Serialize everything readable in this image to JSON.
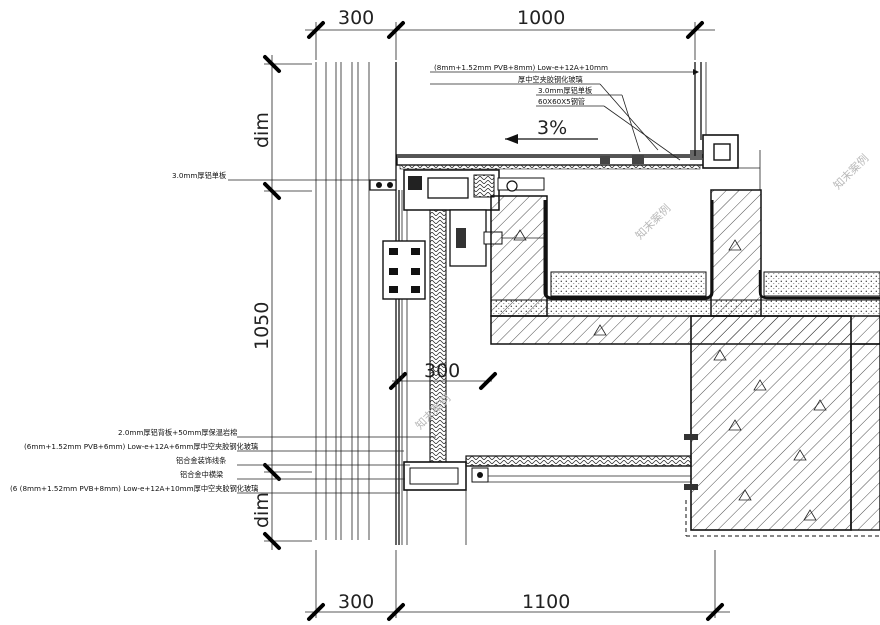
{
  "dimensions": {
    "top_left": "300",
    "top_right": "1000",
    "bottom_left": "300",
    "bottom_right": "1100",
    "left_upper": "dim",
    "left_mid": "1050",
    "left_lower": "dim",
    "inner": "300"
  },
  "slope": "3%",
  "annotations": {
    "glass_top_1": "(8mm+1.52mm PVB+8mm) Low-e+12A+10mm",
    "glass_top_2": "厚中空夹胶钢化玻璃",
    "alu_panel_top": "3.0mm厚铝单板",
    "steel_tube": "60X60X5钢管",
    "alu_panel_left": "3.0mm厚铝单板",
    "insulation": "2.0mm厚铝背板+50mm厚保温岩棉",
    "glass_mid": "(6mm+1.52mm PVB+6mm) Low-e+12A+6mm厚中空夹胶钢化玻璃",
    "decor_strip": "铝合金装饰线条",
    "mullion": "铝合金中横梁",
    "glass_bottom": "(6 (8mm+1.52mm PVB+8mm) Low-e+12A+10mm厚中空夹胶钢化玻璃"
  },
  "watermark": "知末案例"
}
